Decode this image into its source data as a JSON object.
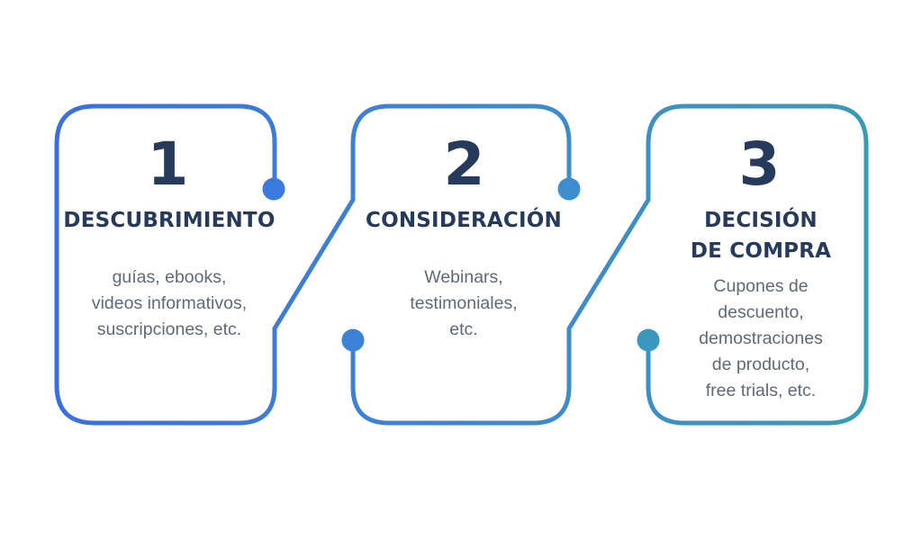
{
  "steps": [
    {
      "number": "1",
      "title_lines": [
        "DESCUBRIMIENTO"
      ],
      "description_lines": [
        "guías, ebooks,",
        "videos informativos,",
        "suscripciones, etc."
      ]
    },
    {
      "number": "2",
      "title_lines": [
        "CONSIDERACIÓN"
      ],
      "description_lines": [
        "Webinars,",
        "testimoniales,",
        "etc."
      ]
    },
    {
      "number": "3",
      "title_lines": [
        "DECISIÓN",
        "DE COMPRA"
      ],
      "description_lines": [
        "Cupones de",
        "descuento,",
        "demostraciones",
        "de producto,",
        "free trials, etc."
      ]
    }
  ],
  "colors": {
    "number_text": "#263a5c",
    "title_text": "#263a5c",
    "description_text": "#5e6a78",
    "path_gradient_start": "#3a6fe0",
    "path_gradient_mid": "#3f86d2",
    "path_gradient_end": "#3a9bb5"
  }
}
